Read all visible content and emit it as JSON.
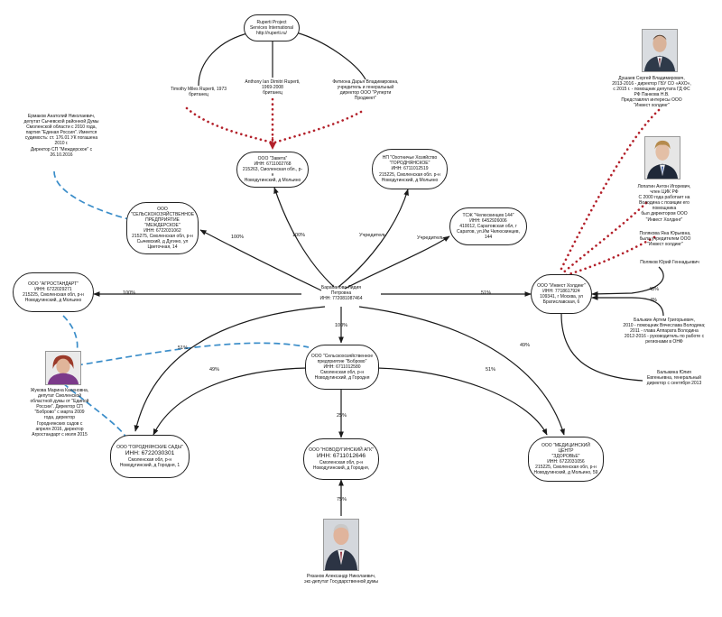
{
  "nodes": {
    "ruperti": [
      "Ruperti Project",
      "Services International",
      "http://ruperti.ru/"
    ],
    "zaveta": [
      "ООО \"Завета\"",
      "ИНН: 6711002768",
      "215263, Смоленская обл., р-н",
      "Новодугинский, д Мольино"
    ],
    "np_hunting": [
      "НП \"Охотничье Хозяйство",
      "\"ГОРОДНЯНСКОЕ\"",
      "ИНН: 6711012519",
      "215225, Смоленская обл. р-н",
      "Новодугинский, д Мольино"
    ],
    "tszh": [
      "ТСЖ \"Челюскинцев 144\"",
      "ИНН: 6452926006",
      "410012, Саратовская обл, г",
      "Саратов, ул.Им Челюскинцев,",
      "144"
    ],
    "mezhdersky": [
      "ООО",
      "\"СЕЛЬСКОХОЗЯЙСТВЕННОЕ",
      "ПРЕДПРИЯТИЕ",
      "\"МЕЖДЕРСКОЕ\"",
      "ИНН: 6722031062",
      "215275, Смоленская обл, р-н",
      "Сычевский, д Дугино, ул",
      "Цветочная, 14"
    ],
    "agrostandart": [
      "ООО \"АГРОСТАНДАРТ\"",
      "ИНН: 6722029271",
      "215225, Смоленская обл, р-н",
      "Новодугинский, д Мольино"
    ],
    "invest": [
      "ООО \"Инвест Холдинг\"",
      "ИНН: 7718617924",
      "109341, г Москва, ул",
      "Братиславская, 6"
    ],
    "bobrovo": [
      "ООО \"Сельскохозяйственное",
      "предприятие \"Боброво\"",
      "ИНН: 6711012580",
      "Смоленская обл, р-н",
      "Новодугинский, д Городня"
    ],
    "gorodnya": [
      "ООО \"ГОРОДНЯНСКИЕ САДЫ\"",
      "Смоленская обл, р-н",
      "Новодугинский, д Городня, 1"
    ],
    "gorodnya_inn": "ИНН: 6722030301",
    "agk": [
      "ООО \"НОВОДУГИНСКИЙ АГК\""
    ],
    "agk_inn": "ИНН: 6711012646",
    "agk_tail": [
      "Смоленская обл, р-н",
      "Новодугинский, д Городня,"
    ],
    "zdorovie": [
      "ООО \"МЕДИЦИНСКИЙ ЦЕНТР",
      "\"ЗДОРОВЬЕ\"",
      "ИНН: 6722031056",
      "215225, Смоленская обл, р-н",
      "Новодугинский, д Мольино, 59"
    ]
  },
  "labels": {
    "center": [
      "Барабанова Лидия",
      "Петровна",
      "ИНН: 772081087464"
    ],
    "timothy": [
      "Timothy Miles Ruperti, 1973",
      "британец"
    ],
    "anthony": [
      "Anthony Ian Dimitri Ruperti,",
      "1969-2008",
      "британец"
    ],
    "fitiona": [
      "Фитиона Дарья Владимировна,",
      "учредитель и генеральный",
      "директор ООО \"Руперти",
      "Проджект\""
    ],
    "ermakov": [
      "Ермаков Анатолий Николаевич,",
      "депутат Сычевской районной Думы",
      "Смоленской области с 2010 года,",
      "партия \"Единая Россия\". Имеется",
      "судимость: ст. 176.01 УК погашена",
      "2010 г.",
      "Директор СП \"Междерское\" с",
      "26.10.2016"
    ],
    "dushaev": [
      "Душаев Сергей Владимирович,",
      "2013-2016 - директор ГБУ СО «АХО»,",
      "с 2015 г. - помощник депутата ГД ФС",
      "РФ Панкова Н.В.",
      "Представлял интересы ООО",
      "\"Инвест холдинг\""
    ],
    "lopatin": [
      "Лопатин Антон Игоревич,",
      "член ЦИК РФ",
      "С 2000 года работает на",
      "Володина с позиции его",
      "помощника",
      "был директором ООО",
      "\"Инвест Холдинг\""
    ],
    "polyakova": [
      "Полякова Яна Юрьевна,",
      "была учредителем ООО",
      "\"Инвест холдинг\""
    ],
    "polyakov": [
      "Поляков Юрий Геннадьевич"
    ],
    "balykin": [
      "Балыкин Артем Григорьевич,",
      "2010 - помощник Вячеслава Володина;",
      "2011 - глава Аппарата Володина",
      "2012-2016 - руководитель по работе с",
      "регионами в ОНФ"
    ],
    "balykina": [
      "Балыкина Юлия",
      "Евгеньевна, генеральный",
      "директор с сентября 2013"
    ],
    "zhukova": [
      "Жукова Марина Касеновна,",
      "депутат Смоленской",
      "областной думы от \"Единой",
      "России\". Директор СП",
      "\"Боброво\" с марта 2009",
      "года, директор",
      "Городнянских садов с",
      "апреля 2016, директор",
      "Агростандарт с июля 2015"
    ],
    "ryazanov": [
      "Рязанов Александр Николаевич,",
      "экс-депутат Государственной думы"
    ]
  },
  "edges": {
    "p100": "100%",
    "p51": "51%",
    "p49": "49%",
    "p48": "48%",
    "p25": "25%",
    "p75": "75%",
    "p4": "4%",
    "founder": "Учредитель"
  },
  "colors": {
    "line": "#1a1a1a",
    "dotted_red": "#b3202a",
    "dashed_blue": "#3a8dc9",
    "node_border": "#222222"
  },
  "icons": {
    "arrow": "arrowhead",
    "photo": "portrait-photo"
  }
}
